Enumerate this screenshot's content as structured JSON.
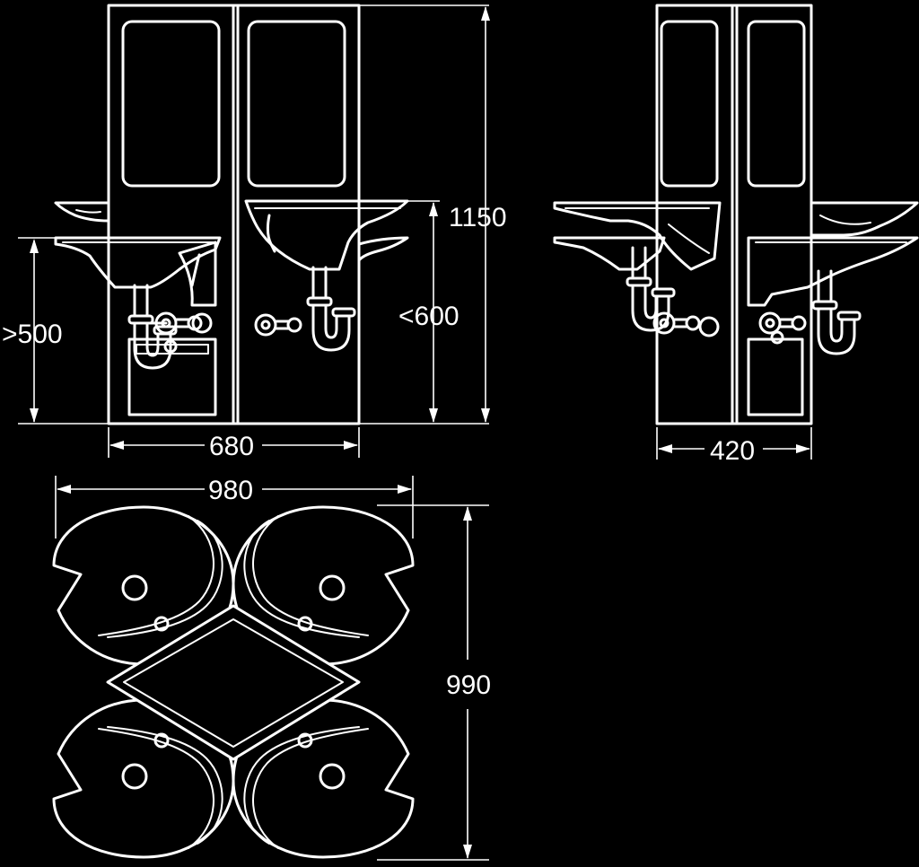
{
  "colors": {
    "background": "#000000",
    "line": "#ffffff"
  },
  "dimensions": {
    "front_width": "680",
    "front_height_total": "1150",
    "front_basin_height": "<600",
    "front_basin_height_left": ">500",
    "side_width": "420",
    "plan_width": "980",
    "plan_depth": "990"
  }
}
